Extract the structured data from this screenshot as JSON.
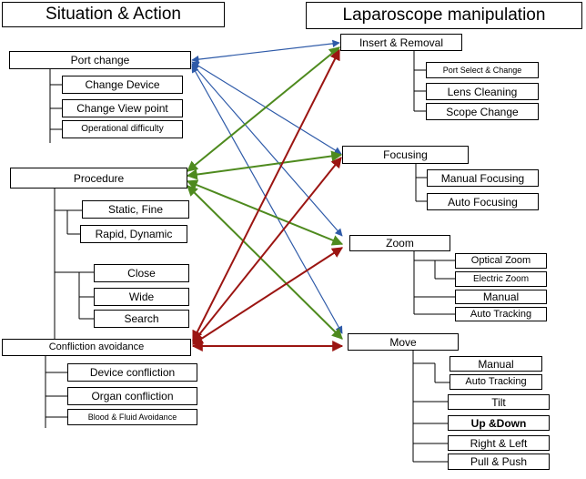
{
  "left_title": "Situation & Action",
  "right_title": "Laparoscope manipulation",
  "left": {
    "port_change": "Port change",
    "port_change_items": [
      "Change Device",
      "Change View point",
      "Operational difficulty"
    ],
    "procedure": "Procedure",
    "procedure_items": [
      "Static, Fine",
      "Rapid, Dynamic",
      "Close",
      "Wide",
      "Search"
    ],
    "confliction": "Confliction avoidance",
    "confliction_items": [
      "Device confliction",
      "Organ confliction",
      "Blood & Fluid Avoidance"
    ]
  },
  "right": {
    "insert": "Insert & Removal",
    "insert_items": [
      "Port Select & Change",
      "Lens Cleaning",
      "Scope Change"
    ],
    "focusing": "Focusing",
    "focusing_items": [
      "Manual Focusing",
      "Auto Focusing"
    ],
    "zoom": "Zoom",
    "zoom_items": [
      "Optical Zoom",
      "Electric Zoom",
      "Manual",
      "Auto Tracking"
    ],
    "move": "Move",
    "move_items": [
      "Manual",
      "Auto Tracking",
      "Tilt",
      "Up &Down",
      "Right & Left",
      "Pull & Push"
    ]
  },
  "colors": {
    "blue": "#2e5aa8",
    "green": "#4e8a1e",
    "red": "#9b1512"
  }
}
